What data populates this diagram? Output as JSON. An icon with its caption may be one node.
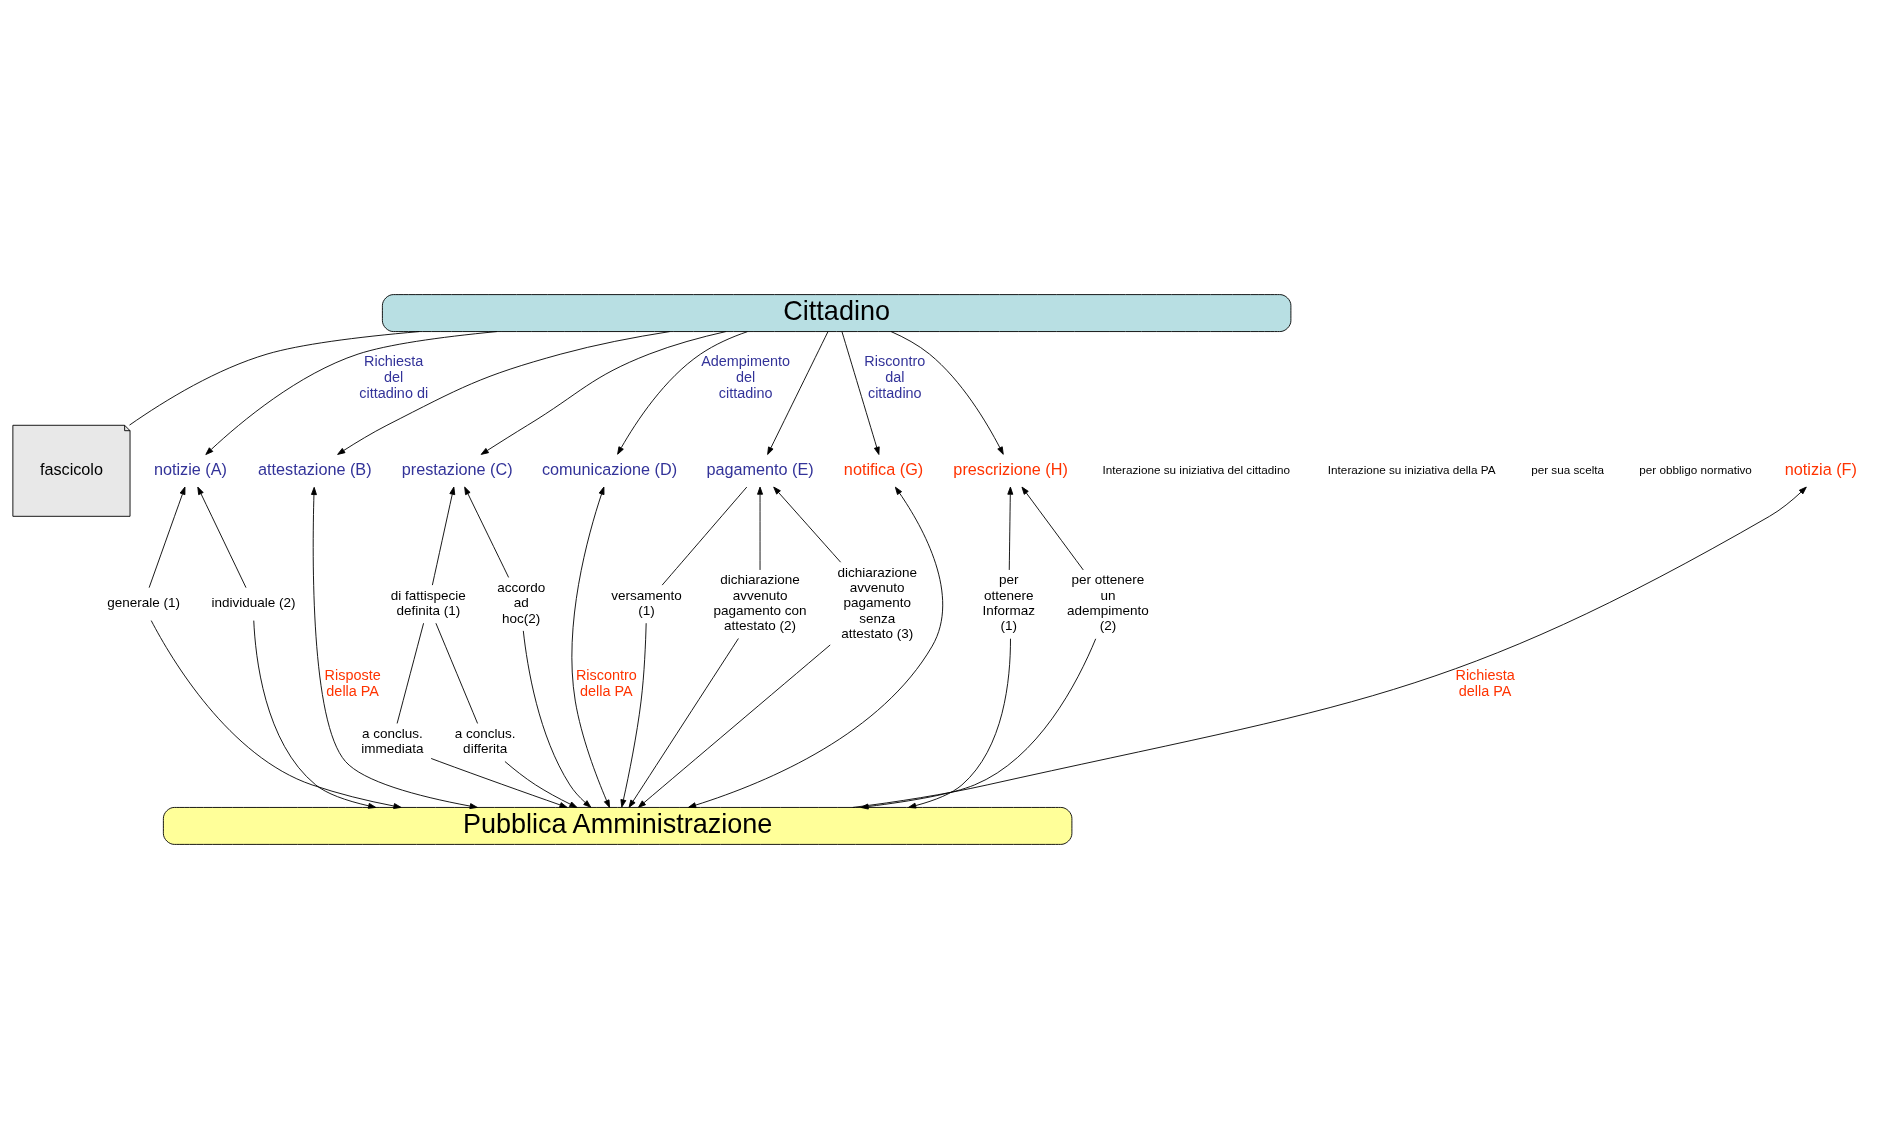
{
  "diagram": {
    "nodes": [
      {
        "text": [
          "Cittadino"
        ]
      },
      {
        "text": [
          "Pubblica Amministrazione"
        ]
      },
      {
        "text": [
          "fascicolo"
        ]
      },
      {
        "text": [
          "notizie (A)"
        ]
      },
      {
        "text": [
          "attestazione (B)"
        ]
      },
      {
        "text": [
          "prestazione (C)"
        ]
      },
      {
        "text": [
          "comunicazione (D)"
        ]
      },
      {
        "text": [
          "pagamento (E)"
        ]
      },
      {
        "text": [
          "notizia (F)"
        ]
      },
      {
        "text": [
          "notifica (G)"
        ]
      },
      {
        "text": [
          "prescrizione (H)"
        ]
      },
      {
        "text": [
          "generale (1)"
        ]
      },
      {
        "text": [
          "individuale (2)"
        ]
      },
      {
        "text": [
          "di fattispecie definita (1)"
        ]
      },
      {
        "text": [
          "accordo ad hoc(2)"
        ]
      },
      {
        "text": [
          "a conclus. immediata"
        ]
      },
      {
        "text": [
          "a conclus. differita"
        ]
      },
      {
        "text": [
          "versamento (1)"
        ]
      },
      {
        "text": [
          "dichiarazione avvenuto pagamento con attestato (2)"
        ]
      },
      {
        "text": [
          "dichiarazione avvenuto pagamento senza attestato (3)"
        ]
      },
      {
        "text": [
          "per ottenere Informaz (1)"
        ]
      },
      {
        "text": [
          "per ottenere un adempimento (2)"
        ]
      }
    ],
    "edges": [
      {
        "from": 0,
        "to": 3,
        "arrow": "to",
        "label": "Richiesta del cittadino di"
      },
      {
        "from": 0,
        "to": 4,
        "arrow": "to"
      },
      {
        "from": 0,
        "to": 5,
        "arrow": "to"
      },
      {
        "from": 11,
        "to": 3,
        "arrow": "to"
      },
      {
        "from": 12,
        "to": 3,
        "arrow": "to"
      },
      {
        "from": 11,
        "to": 1,
        "arrow": "to"
      },
      {
        "from": 12,
        "to": 1,
        "arrow": "to"
      },
      {
        "from": 1,
        "to": 4,
        "arrow": "both",
        "label": "Risposte della PA"
      },
      {
        "from": 13,
        "to": 5,
        "arrow": "to"
      },
      {
        "from": 14,
        "to": 5,
        "arrow": "to"
      },
      {
        "from": 13,
        "to": 15,
        "arrow": "none"
      },
      {
        "from": 13,
        "to": 16,
        "arrow": "none"
      },
      {
        "from": 15,
        "to": 1,
        "arrow": "to"
      },
      {
        "from": 16,
        "to": 1,
        "arrow": "to"
      },
      {
        "from": 14,
        "to": 1,
        "arrow": "to"
      },
      {
        "from": 0,
        "to": 6,
        "arrow": "to",
        "label": "Adempimento del cittadino"
      },
      {
        "from": 0,
        "to": 7,
        "arrow": "to"
      },
      {
        "from": 1,
        "to": 6,
        "arrow": "both",
        "label": "Riscontro della PA"
      },
      {
        "from": 7,
        "to": 17,
        "arrow": "none"
      },
      {
        "from": 17,
        "to": 1,
        "arrow": "to"
      },
      {
        "from": 18,
        "to": 7,
        "arrow": "to"
      },
      {
        "from": 19,
        "to": 7,
        "arrow": "to"
      },
      {
        "from": 18,
        "to": 1,
        "arrow": "to"
      },
      {
        "from": 19,
        "to": 1,
        "arrow": "to"
      },
      {
        "from": 0,
        "to": 2,
        "arrow": "none"
      },
      {
        "from": 0,
        "to": 9,
        "arrow": "to",
        "label": "Riscontro dal cittadino"
      },
      {
        "from": 0,
        "to": 10,
        "arrow": "to"
      },
      {
        "from": 1,
        "to": 8,
        "arrow": "to",
        "label": "Richiesta della PA"
      },
      {
        "from": 1,
        "to": 9,
        "arrow": "both"
      },
      {
        "from": 20,
        "to": 10,
        "arrow": "to"
      },
      {
        "from": 21,
        "to": 10,
        "arrow": "to"
      },
      {
        "from": 20,
        "to": 1,
        "arrow": "to"
      },
      {
        "from": 21,
        "to": 1,
        "arrow": "to"
      }
    ],
    "labels": [
      "Interazione su iniziativa del cittadino",
      "Interazione su iniziativa della PA",
      "per sua scelta",
      "per obbligo normativo"
    ]
  }
}
